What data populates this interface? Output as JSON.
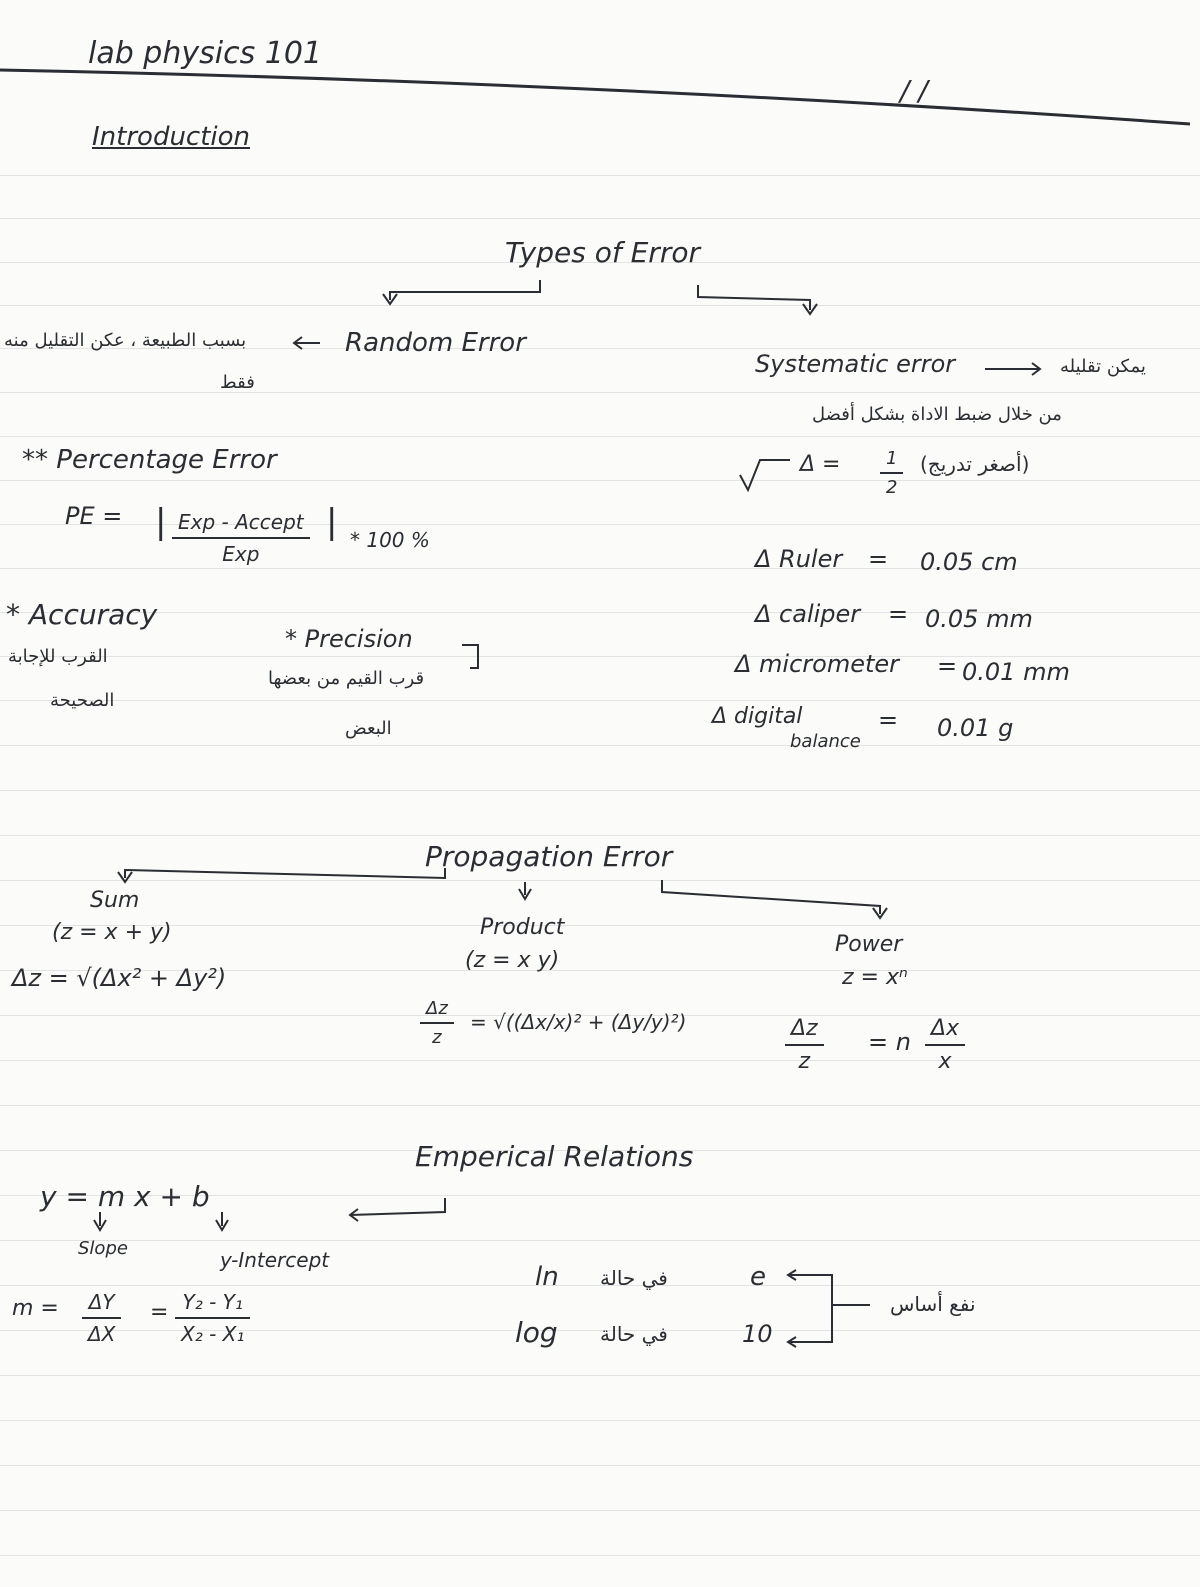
{
  "header": {
    "course": "lab physics 101",
    "date": "/   /",
    "intro": "Introduction"
  },
  "types_of_error": {
    "title": "Types of Error",
    "random": {
      "label": "Random Error",
      "arabic_line1": "بسبب الطبيعة ، عكن التقليل منه",
      "arabic_line2": "فقط"
    },
    "systematic": {
      "label": "Systematic error",
      "arabic_line1": "يمكن تقليله",
      "arabic_line2": "من خلال ضبط الاداة بشكل أفضل"
    },
    "delta_rule": {
      "left": "Δ =",
      "half": "1",
      "half_den": "2",
      "arabic": "(أصغر تدريج)"
    },
    "instruments": [
      {
        "name": "Δ Ruler",
        "value": "0.05 cm"
      },
      {
        "name": "Δ caliper",
        "value": "0.05 mm"
      },
      {
        "name": "Δ micrometer",
        "value": "0.01 mm"
      },
      {
        "name": "Δ digital",
        "name2": "balance",
        "value": "0.01 g"
      }
    ]
  },
  "percentage_error": {
    "title": "** Percentage Error",
    "pe_label": "PE =",
    "numerator": "Exp - Accept",
    "denominator": "Exp",
    "tail": "* 100 %"
  },
  "accuracy": {
    "title": "* Accuracy",
    "arabic_line1": "القرب للإجابة",
    "arabic_line2": "الصحيحة"
  },
  "precision": {
    "title": "* Precision",
    "arabic_line1": "قرب القيم من بعضها",
    "arabic_line2": "البعض"
  },
  "propagation": {
    "title": "Propagation Error",
    "sum": {
      "label": "Sum",
      "relation": "(z = x + y)",
      "formula": "Δz = √(Δx² + Δy²)"
    },
    "product": {
      "label": "Product",
      "relation": "(z = x y)",
      "lhs_num": "Δz",
      "lhs_den": "z",
      "rhs": "= √((Δx/x)² + (Δy/y)²)"
    },
    "power": {
      "label": "Power",
      "relation": "z = xⁿ",
      "lhs_num": "Δz",
      "lhs_den": "z",
      "mid": "= n",
      "rhs_num": "Δx",
      "rhs_den": "x"
    }
  },
  "empirical": {
    "title": "Emperical Relations",
    "equation": "y = m x + b",
    "slope": "Slope",
    "intercept": "y-Intercept",
    "m_label": "m =",
    "m_num1": "ΔY",
    "m_den1": "ΔX",
    "eq": "=",
    "m_num2": "Y₂ - Y₁",
    "m_den2": "X₂ - X₁",
    "ln": "ln",
    "ln_arabic": "في حالة",
    "ln_base": "e",
    "log": "log",
    "log_arabic": "في حالة",
    "log_base": "10",
    "base_arabic": "نفع أساس"
  }
}
